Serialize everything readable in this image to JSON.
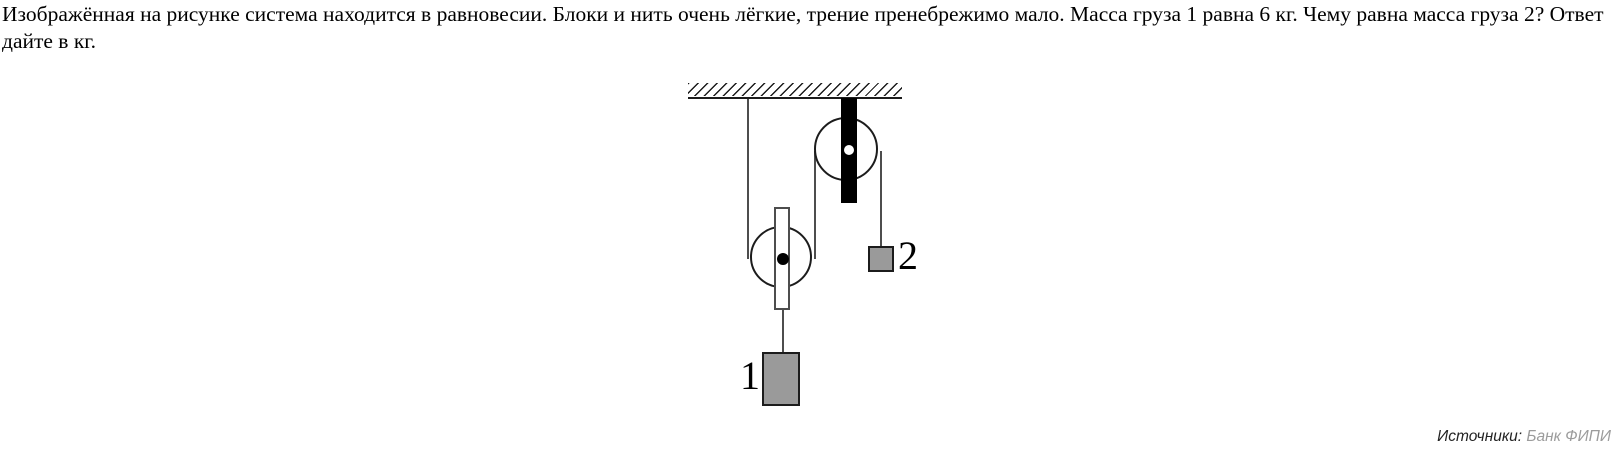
{
  "question": {
    "text": "Изображённая на рисунке система находится в равновесии. Блоки и нить очень лёгкие, трение пренебрежимо мало. Масса груза 1 равна 6 кг. Чему равна масса груза 2? Ответ дайте в кг."
  },
  "diagram": {
    "load1_label": "1",
    "load2_label": "2"
  },
  "source": {
    "label": "Источники:",
    "value": " Банк ФИПИ"
  },
  "colors": {
    "background": "#ffffff",
    "text": "#000000",
    "diagram_line": "#1c1c1c",
    "rope": "#4d4d4d",
    "bracket": "#000000",
    "load_fill": "#9a9a9a",
    "load_border": "#1c1c1c",
    "source_label": "#222222",
    "source_value": "#9c9c9c"
  }
}
